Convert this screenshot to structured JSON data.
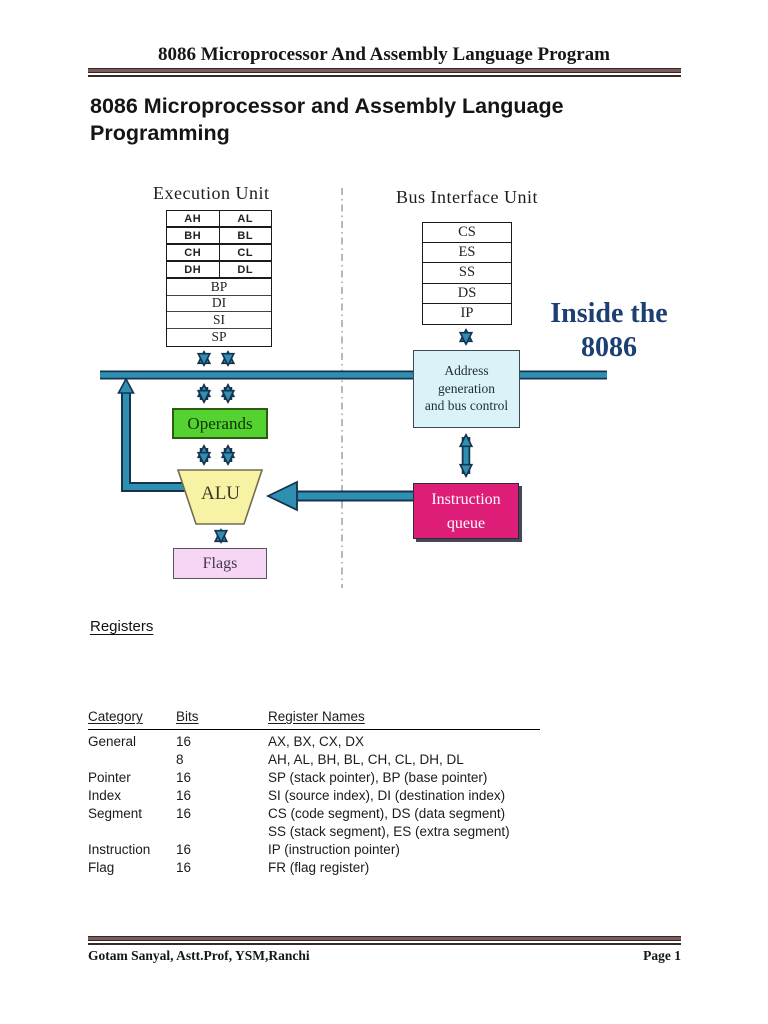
{
  "header": {
    "title": "8086 Microprocessor And Assembly Language Program"
  },
  "doc_title": {
    "line1": "8086 Microprocessor and Assembly Language",
    "line2": "Programming"
  },
  "diagram": {
    "execution_unit_label": "Execution Unit",
    "bus_interface_unit_label": "Bus Interface Unit",
    "inside_label": {
      "line1": "Inside the",
      "line2": "8086"
    },
    "eu_registers": {
      "half_rows": [
        {
          "h": "AH",
          "l": "AL"
        },
        {
          "h": "BH",
          "l": "BL"
        },
        {
          "h": "CH",
          "l": "CL"
        },
        {
          "h": "DH",
          "l": "DL"
        }
      ],
      "full_rows": [
        "BP",
        "DI",
        "SI",
        "SP"
      ]
    },
    "biu_registers": [
      "CS",
      "ES",
      "SS",
      "DS",
      "IP"
    ],
    "address_generation": {
      "line1": "Address",
      "line2": "generation",
      "line3": "and bus control"
    },
    "operands_label": "Operands",
    "alu_label": "ALU",
    "flags_label": "Flags",
    "instruction_queue": {
      "line1": "Instruction",
      "line2": "queue"
    }
  },
  "registers_section": {
    "heading": "Registers",
    "table": {
      "col_category": "Category",
      "col_bits": "Bits",
      "col_names": "Register Names",
      "rows": [
        {
          "category": "General",
          "bits": "16",
          "names": "AX, BX, CX, DX"
        },
        {
          "category": "",
          "bits": "8",
          "names": "AH, AL, BH, BL, CH, CL, DH, DL"
        },
        {
          "category": "Pointer",
          "bits": "16",
          "names": "SP (stack pointer), BP (base pointer)"
        },
        {
          "category": "Index",
          "bits": "16",
          "names": "SI (source index), DI (destination index)"
        },
        {
          "category": "Segment",
          "bits": "16",
          "names": "CS (code segment), DS (data segment)"
        },
        {
          "category": "",
          "bits": "",
          "names": "SS (stack segment), ES (extra segment)"
        },
        {
          "category": "Instruction",
          "bits": "16",
          "names": "IP (instruction pointer)"
        },
        {
          "category": "Flag",
          "bits": "16",
          "names": "FR (flag register)"
        }
      ]
    }
  },
  "footer": {
    "author": "Gotam Sanyal, Astt.Prof, YSM,Ranchi",
    "page_label": "Page 1"
  },
  "colors": {
    "rule_maroon": "#7b5a5a",
    "rule_dark": "#3a2828",
    "bus_teal": "#2e8fb0",
    "arrow_outline": "#16324f",
    "operands_green": "#54d22f",
    "alu_yellow": "#f8f2a4",
    "flags_pink": "#f6d6f4",
    "instruction_queue_magenta": "#dd1d78",
    "address_generation_cyan": "#d9f3f8",
    "inside_label_navy": "#1d3f73"
  }
}
